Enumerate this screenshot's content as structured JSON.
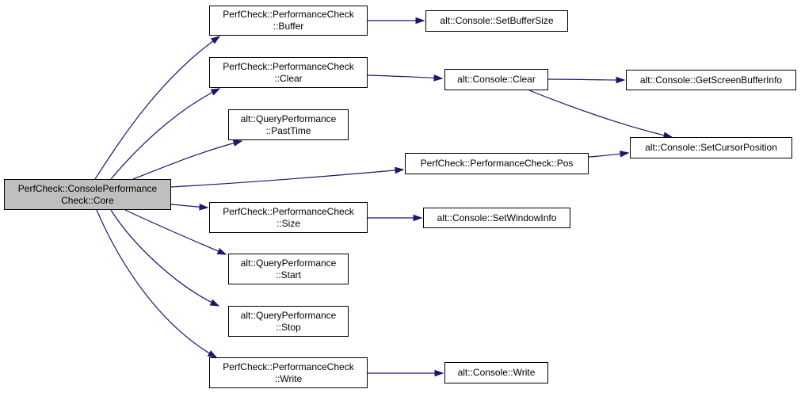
{
  "colors": {
    "edge": "#191970",
    "root_fill": "#bfbfbf",
    "node_fill": "#ffffff",
    "border": "#000000"
  },
  "nodes": {
    "root": "PerfCheck::ConsolePerformance\nCheck::Core",
    "buffer": "PerfCheck::PerformanceCheck\n::Buffer",
    "clear": "PerfCheck::PerformanceCheck\n::Clear",
    "pasttime": "alt::QueryPerformance\n::PastTime",
    "pos": "PerfCheck::PerformanceCheck::Pos",
    "size": "PerfCheck::PerformanceCheck\n::Size",
    "start": "alt::QueryPerformance\n::Start",
    "stop": "alt::QueryPerformance\n::Stop",
    "write": "PerfCheck::PerformanceCheck\n::Write",
    "setbuffersize": "alt::Console::SetBufferSize",
    "consoleclear": "alt::Console::Clear",
    "getscreenbufferinfo": "alt::Console::GetScreenBufferInfo",
    "setcursorposition": "alt::Console::SetCursorPosition",
    "setwindowinfo": "alt::Console::SetWindowInfo",
    "consolewrite": "alt::Console::Write"
  },
  "edges": [
    [
      "root",
      "buffer"
    ],
    [
      "root",
      "clear"
    ],
    [
      "root",
      "pasttime"
    ],
    [
      "root",
      "pos"
    ],
    [
      "root",
      "size"
    ],
    [
      "root",
      "start"
    ],
    [
      "root",
      "stop"
    ],
    [
      "root",
      "write"
    ],
    [
      "buffer",
      "setbuffersize"
    ],
    [
      "clear",
      "consoleclear"
    ],
    [
      "consoleclear",
      "getscreenbufferinfo"
    ],
    [
      "consoleclear",
      "setcursorposition"
    ],
    [
      "pos",
      "setcursorposition"
    ],
    [
      "size",
      "setwindowinfo"
    ],
    [
      "write",
      "consolewrite"
    ]
  ]
}
